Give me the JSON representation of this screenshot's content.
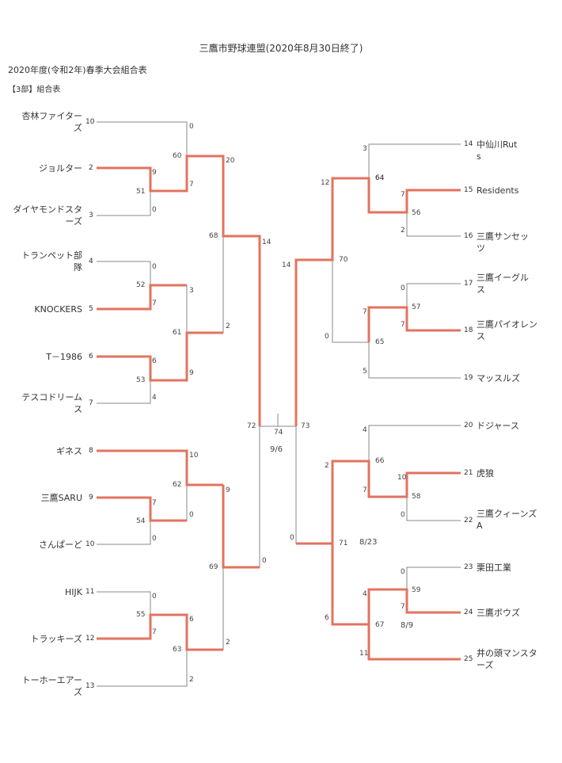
{
  "title": "三鷹市野球連盟(2020年8月30日終了)",
  "subtitle": "2020年度(令和2年)春季大会組合表",
  "section": "【3部】組合表",
  "teams": [
    {
      "seed": "10",
      "name": "杏林ファイターズ"
    },
    {
      "seed": "2",
      "name": "ジョルター"
    },
    {
      "seed": "3",
      "name": "ダイヤモンドスターズ"
    },
    {
      "seed": "4",
      "name": "トランペット部隊"
    },
    {
      "seed": "5",
      "name": "KNOCKERS"
    },
    {
      "seed": "6",
      "name": "T－1986"
    },
    {
      "seed": "7",
      "name": "テスコドリームス"
    },
    {
      "seed": "8",
      "name": "ギネス"
    },
    {
      "seed": "9",
      "name": "三鷹SARU"
    },
    {
      "seed": "10",
      "name": "さんぱーど"
    },
    {
      "seed": "11",
      "name": "HIJK"
    },
    {
      "seed": "12",
      "name": "トラッキーズ"
    },
    {
      "seed": "13",
      "name": "トーホーエアーズ"
    },
    {
      "seed": "14",
      "name": "中仙川Ruts"
    },
    {
      "seed": "15",
      "name": "Residents"
    },
    {
      "seed": "16",
      "name": "三鷹サンセッツ"
    },
    {
      "seed": "17",
      "name": "三鷹イーグルス"
    },
    {
      "seed": "18",
      "name": "三鷹パイオレンス"
    },
    {
      "seed": "19",
      "name": "マッスルズ"
    },
    {
      "seed": "20",
      "name": "ドジャース"
    },
    {
      "seed": "21",
      "name": "虎狼"
    },
    {
      "seed": "22",
      "name": "三鷹クィーンズA"
    },
    {
      "seed": "23",
      "name": "栗田工業"
    },
    {
      "seed": "24",
      "name": "三鷹ボウズ"
    },
    {
      "seed": "25",
      "name": "井の頭マンスターズ"
    }
  ],
  "matches": [
    "51",
    "52",
    "53",
    "54",
    "55",
    "56",
    "57",
    "58",
    "59",
    "60",
    "61",
    "62",
    "63",
    "64",
    "65",
    "66",
    "67",
    "68",
    "69",
    "70",
    "71",
    "72",
    "73",
    "74"
  ],
  "scores": [
    "0",
    "9",
    "0",
    "7",
    "20",
    "0",
    "7",
    "3",
    "6",
    "9",
    "4",
    "2",
    "14",
    "10",
    "7",
    "0",
    "0",
    "9",
    "0",
    "6",
    "7",
    "2",
    "2",
    "0",
    "3",
    "7",
    "2",
    "64",
    "12",
    "0",
    "7",
    "7",
    "5",
    "0",
    "14",
    "4",
    "7",
    "10",
    "0",
    "2",
    "0",
    "7",
    "4",
    "6",
    "11",
    "0"
  ],
  "dates": [
    "9/6",
    "8/23",
    "8/9"
  ]
}
